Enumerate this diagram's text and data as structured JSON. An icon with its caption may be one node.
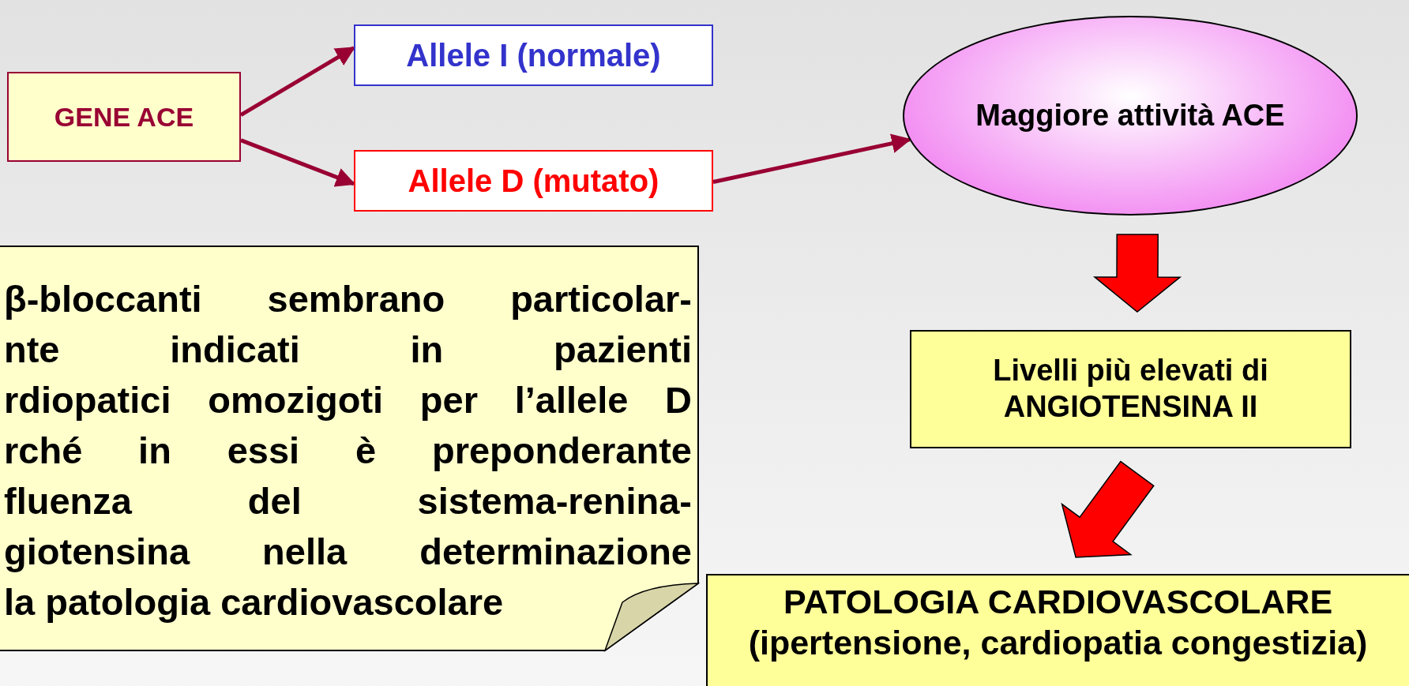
{
  "diagram": {
    "nodes": [
      {
        "text": [
          "GENE ACE"
        ]
      },
      {
        "text": [
          "Allele I (normale)"
        ]
      },
      {
        "text": [
          "Allele D (mutato)"
        ]
      },
      {
        "text": [
          "Maggiore attività ACE"
        ]
      },
      {
        "text": [
          "Livelli più elevati di ANGIOTENSINA II"
        ]
      },
      {
        "text": [
          "PATOLOGIA CARDIOVASCOLARE (ipertensione, cardiopatia congestizia)"
        ]
      },
      {
        "text": [
          "β-bloccanti sembrano particolar- nte indicati in pazienti rdiopatici omozigoti per l’allele D rché in essi è preponderante fluenza del sistema-renina- giotensina nella determinazione la patologia cardiovascolare"
        ]
      }
    ],
    "edges": [
      {
        "from": 0,
        "to": 1,
        "arrow": "to"
      },
      {
        "from": 0,
        "to": 2,
        "arrow": "to"
      },
      {
        "from": 2,
        "to": 3,
        "arrow": "to"
      },
      {
        "from": 3,
        "to": 4,
        "arrow": "to",
        "style": "thick",
        "color": "#ff0000"
      },
      {
        "from": 4,
        "to": 5,
        "arrow": "to",
        "style": "thick",
        "color": "#ff0000"
      }
    ]
  }
}
